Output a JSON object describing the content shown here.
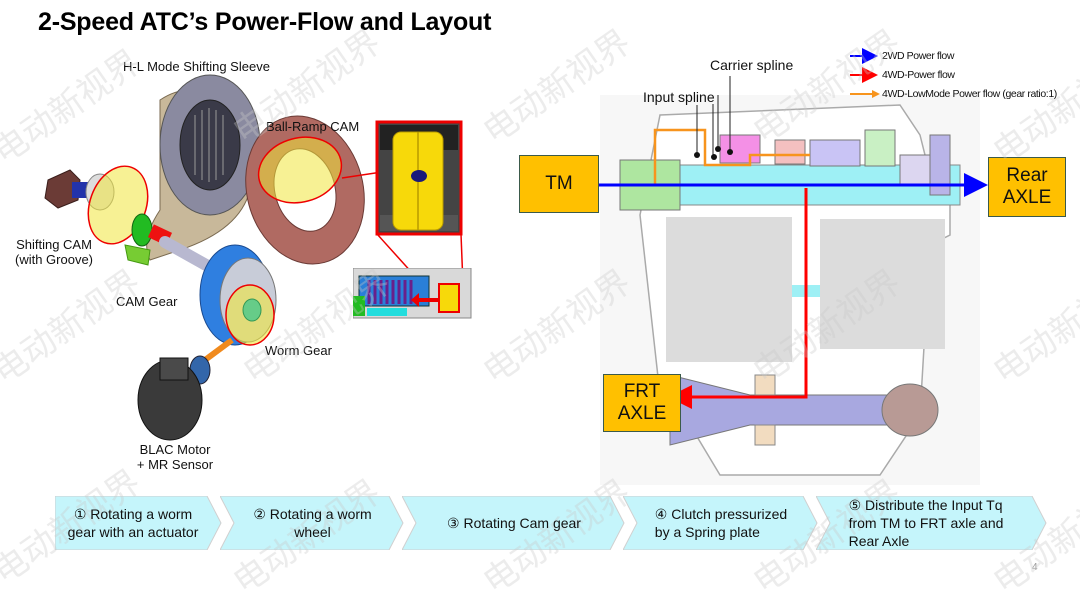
{
  "slide": {
    "title": "2-Speed ATC’s Power-Flow and Layout",
    "page_number": "4"
  },
  "left_diagram": {
    "labels": {
      "hl_sleeve": "H-L Mode Shifting Sleeve",
      "ball_ramp": "Ball-Ramp CAM",
      "shifting_cam_1": "Shifting CAM",
      "shifting_cam_2": "(with Groove)",
      "cam_gear": "CAM Gear",
      "worm_gear": "Worm Gear",
      "motor_1": "BLAC Motor",
      "motor_2": "+ MR Sensor"
    }
  },
  "right_diagram": {
    "labels": {
      "carrier_spline": "Carrier spline",
      "input_spline": "Input spline"
    },
    "boxes": {
      "tm": "TM",
      "rear_1": "Rear",
      "rear_2": "AXLE",
      "frt_1": "FRT",
      "frt_2": "AXLE"
    },
    "legend": [
      {
        "label": "2WD Power flow",
        "color": "#0000ff"
      },
      {
        "label": "4WD-Power flow",
        "color": "#ff0000"
      },
      {
        "label": "4WD-LowMode Power flow (gear ratio:1)",
        "color": "#f7941d"
      }
    ]
  },
  "steps": [
    {
      "line1": "① Rotating a worm",
      "line2": "gear with an actuator",
      "line3": ""
    },
    {
      "line1": "② Rotating a worm",
      "line2": "wheel",
      "line3": ""
    },
    {
      "line1": "③ Rotating Cam gear",
      "line2": "",
      "line3": ""
    },
    {
      "line1": "④ Clutch pressurized",
      "line2": "by a Spring plate",
      "line3": ""
    },
    {
      "line1": "⑤ Distribute the Input Tq",
      "line2": "from TM to FRT axle and",
      "line3": "Rear Axle"
    }
  ],
  "colors": {
    "step_fill": "#c5f5fb",
    "box_fill": "#ffc000",
    "flow_2wd": "#0000ff",
    "flow_4wd": "#ff0000",
    "flow_low": "#f7941d"
  },
  "watermark": "电动新视界"
}
